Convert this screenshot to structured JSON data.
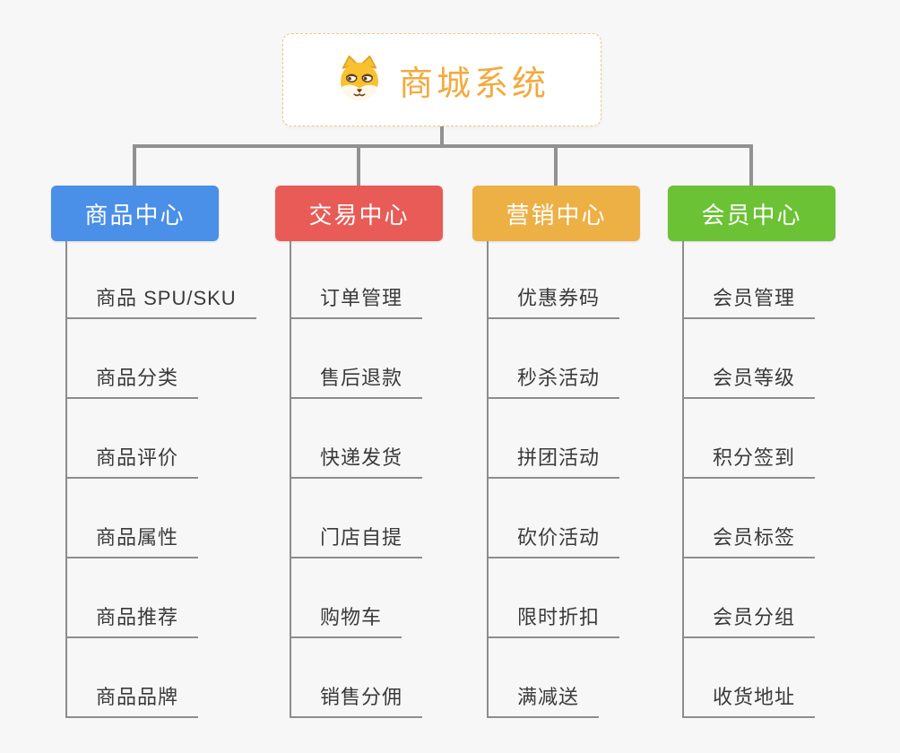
{
  "canvas": {
    "background": "#F7F7F7",
    "connector_color": "#919191"
  },
  "root": {
    "title": "商城系统",
    "title_color": "#F3AA3E",
    "border_color": "#F2C684",
    "icon": "dog-face-icon"
  },
  "branches": [
    {
      "id": "goods",
      "label": "商品中心",
      "color": "#4A8FE8",
      "items": [
        "商品 SPU/SKU",
        "商品分类",
        "商品评价",
        "商品属性",
        "商品推荐",
        "商品品牌"
      ]
    },
    {
      "id": "trade",
      "label": "交易中心",
      "color": "#E85B56",
      "items": [
        "订单管理",
        "售后退款",
        "快递发货",
        "门店自提",
        "购物车",
        "销售分佣"
      ]
    },
    {
      "id": "marketing",
      "label": "营销中心",
      "color": "#EDB045",
      "items": [
        "优惠券码",
        "秒杀活动",
        "拼团活动",
        "砍价活动",
        "限时折扣",
        "满减送"
      ]
    },
    {
      "id": "member",
      "label": "会员中心",
      "color": "#6BC235",
      "items": [
        "会员管理",
        "会员等级",
        "积分签到",
        "会员标签",
        "会员分组",
        "收货地址"
      ]
    }
  ]
}
